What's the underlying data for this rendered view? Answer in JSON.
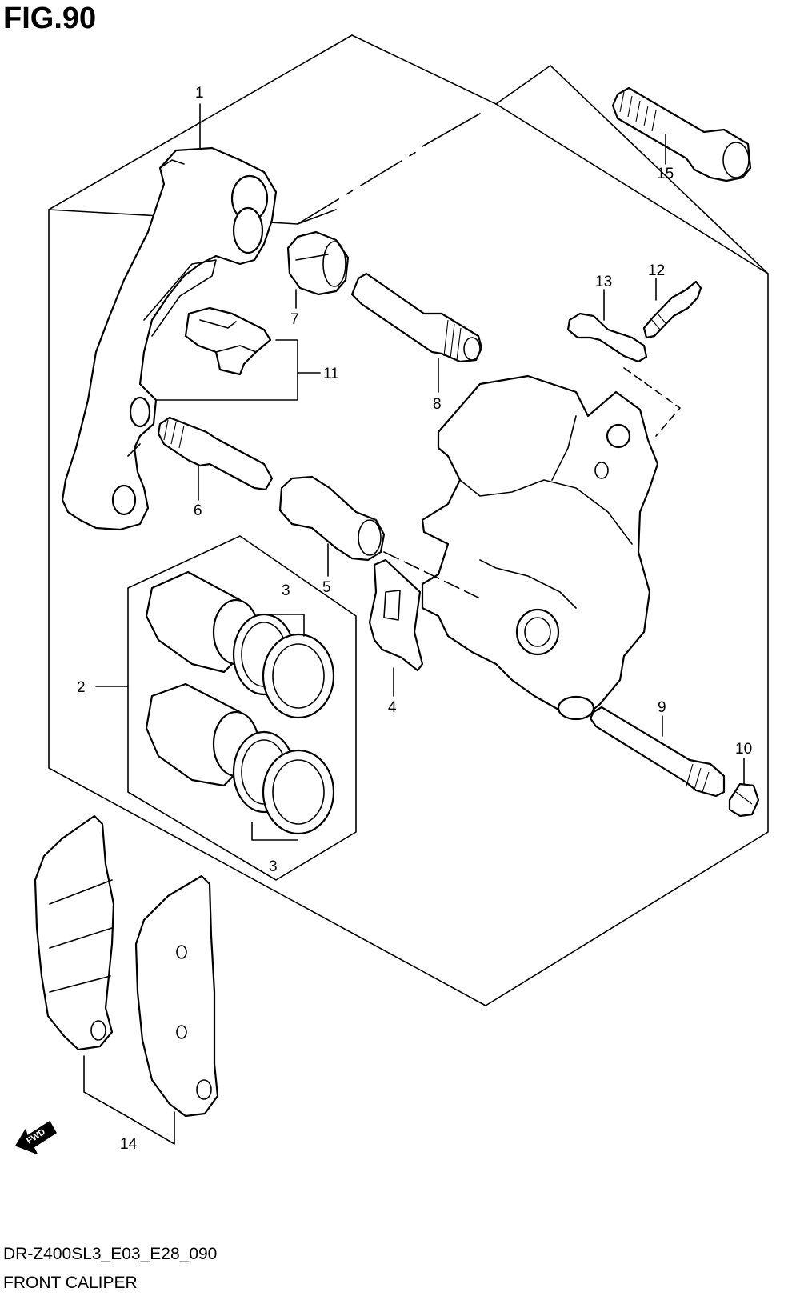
{
  "figure": {
    "title": "FIG.90",
    "code": "DR-Z400SL3_E03_E28_090",
    "name": "FRONT CALIPER"
  },
  "callouts": {
    "p1": "1",
    "p2": "2",
    "p3a": "3",
    "p3b": "3",
    "p4": "4",
    "p5": "5",
    "p6": "6",
    "p7": "7",
    "p8": "8",
    "p9": "9",
    "p10": "10",
    "p11": "11",
    "p12": "12",
    "p13": "13",
    "p14": "14",
    "p15": "15"
  },
  "direction_marker": {
    "label": "FWD",
    "icon": "forward-arrow-icon"
  }
}
